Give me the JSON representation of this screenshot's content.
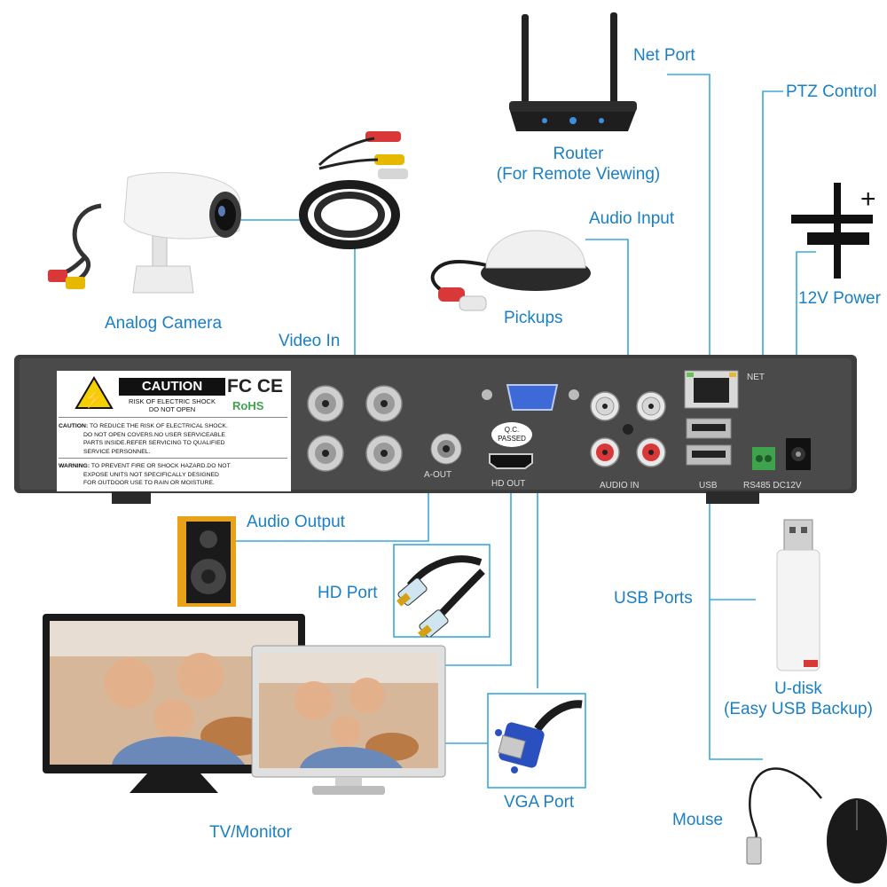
{
  "labels": {
    "net_port": "Net Port",
    "ptz_control": "PTZ Control",
    "router": "Router",
    "router_sub": "(For Remote Viewing)",
    "audio_input": "Audio Input",
    "power": "12V Power",
    "analog_camera": "Analog Camera",
    "video_in": "Video In",
    "pickups": "Pickups",
    "audio_output": "Audio Output",
    "hd_port": "HD Port",
    "usb_ports": "USB Ports",
    "udisk": "U-disk",
    "udisk_sub": "(Easy USB Backup)",
    "vga_port": "VGA Port",
    "mouse": "Mouse",
    "tv_monitor": "TV/Monitor"
  },
  "dvr_panel": {
    "caution_title": "CAUTION",
    "caution_line1": "RISK OF ELECTRIC SHOCK",
    "caution_line2": "DO NOT OPEN",
    "fcc": "FC",
    "ce": "CE",
    "rohs": "RoHS",
    "caution_label": "CAUTION:",
    "caution_text1": "TO REDUCE THE RISK OF ELECTRICAL SHOCK.",
    "caution_text2": "DO NOT OPEN COVERS.NO USER SERVICEABLE",
    "caution_text3": "PARTS INSIDE.REFER SERVICING TO QUALIFIED",
    "caution_text4": "SERVICE PERSONNEL.",
    "warning_label": "WARNING:",
    "warning_text1": "TO PREVENT FIRE OR SHOCK HAZARD.DO NOT",
    "warning_text2": "EXPOSE UNITS NOT SPECIFICALLY DESIGNED",
    "warning_text3": "FOR OUTDOOR USE TO RAIN OR MOISTURE.",
    "qc_line1": "Q.C.",
    "qc_line2": "PASSED",
    "a_out": "A-OUT",
    "hd_out": "HD OUT",
    "audio_in": "AUDIO  IN",
    "usb": "USB",
    "net": "NET",
    "rs485": "RS485",
    "dc12v": "DC12V"
  },
  "colors": {
    "accent": "#1a7fc4",
    "wire": "#3aa8dc",
    "panel": "#3a3a3a"
  }
}
